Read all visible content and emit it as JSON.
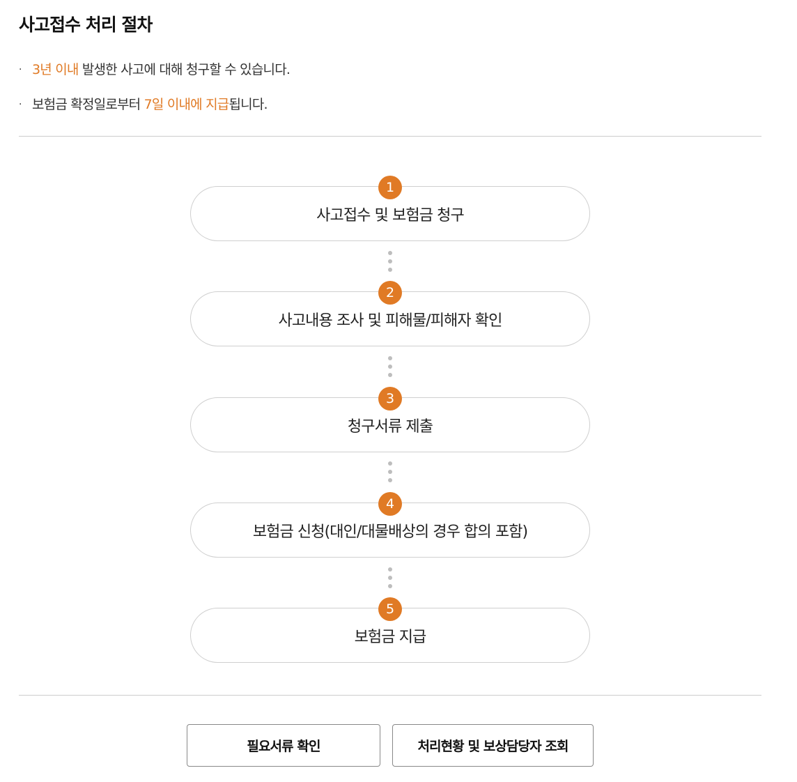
{
  "title": "사고접수 처리 절차",
  "notices": [
    {
      "highlight": "3년 이내",
      "rest": " 발생한 사고에 대해 청구할 수 있습니다."
    },
    {
      "prefix": "보험금 확정일로부터 ",
      "highlight": "7일 이내에 지급",
      "suffix": "됩니다."
    }
  ],
  "bullet": "·",
  "steps": [
    {
      "number": "1",
      "label": "사고접수 및 보험금 청구"
    },
    {
      "number": "2",
      "label": "사고내용 조사 및 피해물/피해자 확인"
    },
    {
      "number": "3",
      "label": "청구서류 제출"
    },
    {
      "number": "4",
      "label": "보험금 신청(대인/대물배상의 경우 합의 포함)"
    },
    {
      "number": "5",
      "label": "보험금 지급"
    }
  ],
  "actions": {
    "docs_label": "필요서류 확인",
    "status_label": "처리현황 및 보상담당자 조회"
  },
  "colors": {
    "accent": "#e07a25",
    "border": "#cfcfcf",
    "connector": "#bdbdbd"
  }
}
